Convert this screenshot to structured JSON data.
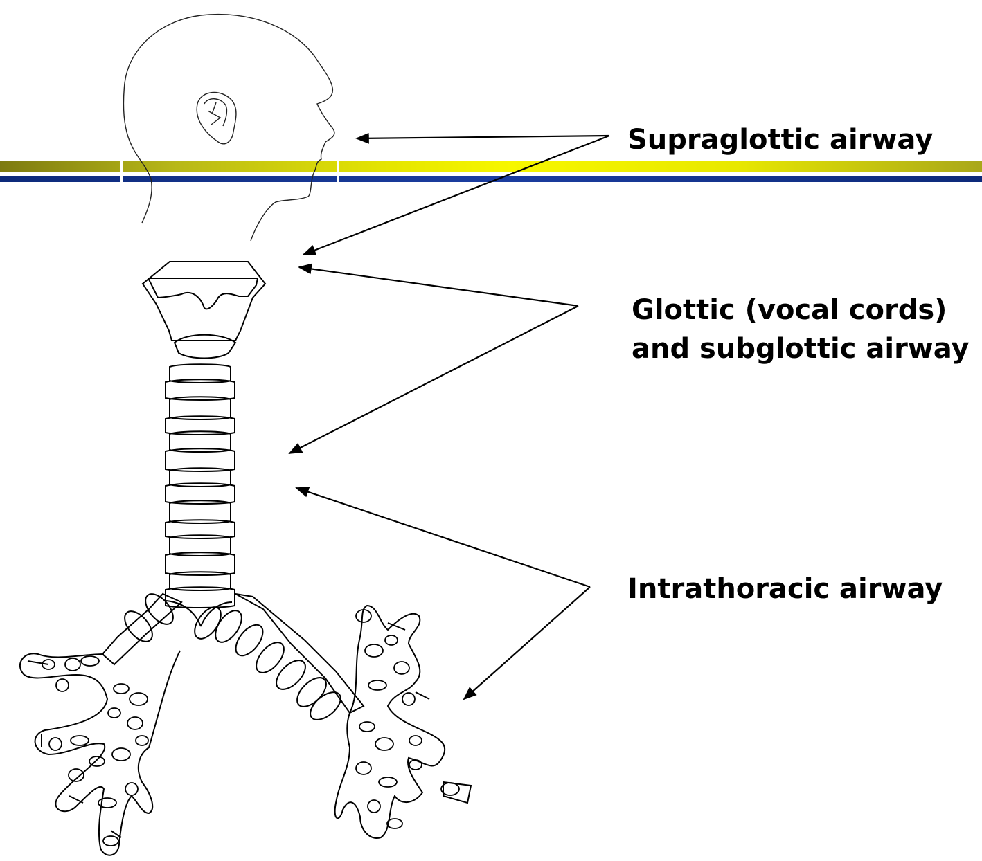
{
  "labels": {
    "supraglottic": "Supraglottic airway",
    "glottic_line1": "Glottic (vocal cords)",
    "glottic_line2": "and subglottic airway",
    "intrathoracic": "Intrathoracic airway"
  },
  "colors": {
    "band_gold": "#e6e600",
    "band_blue": "#1b3da0",
    "ink": "#000000"
  }
}
